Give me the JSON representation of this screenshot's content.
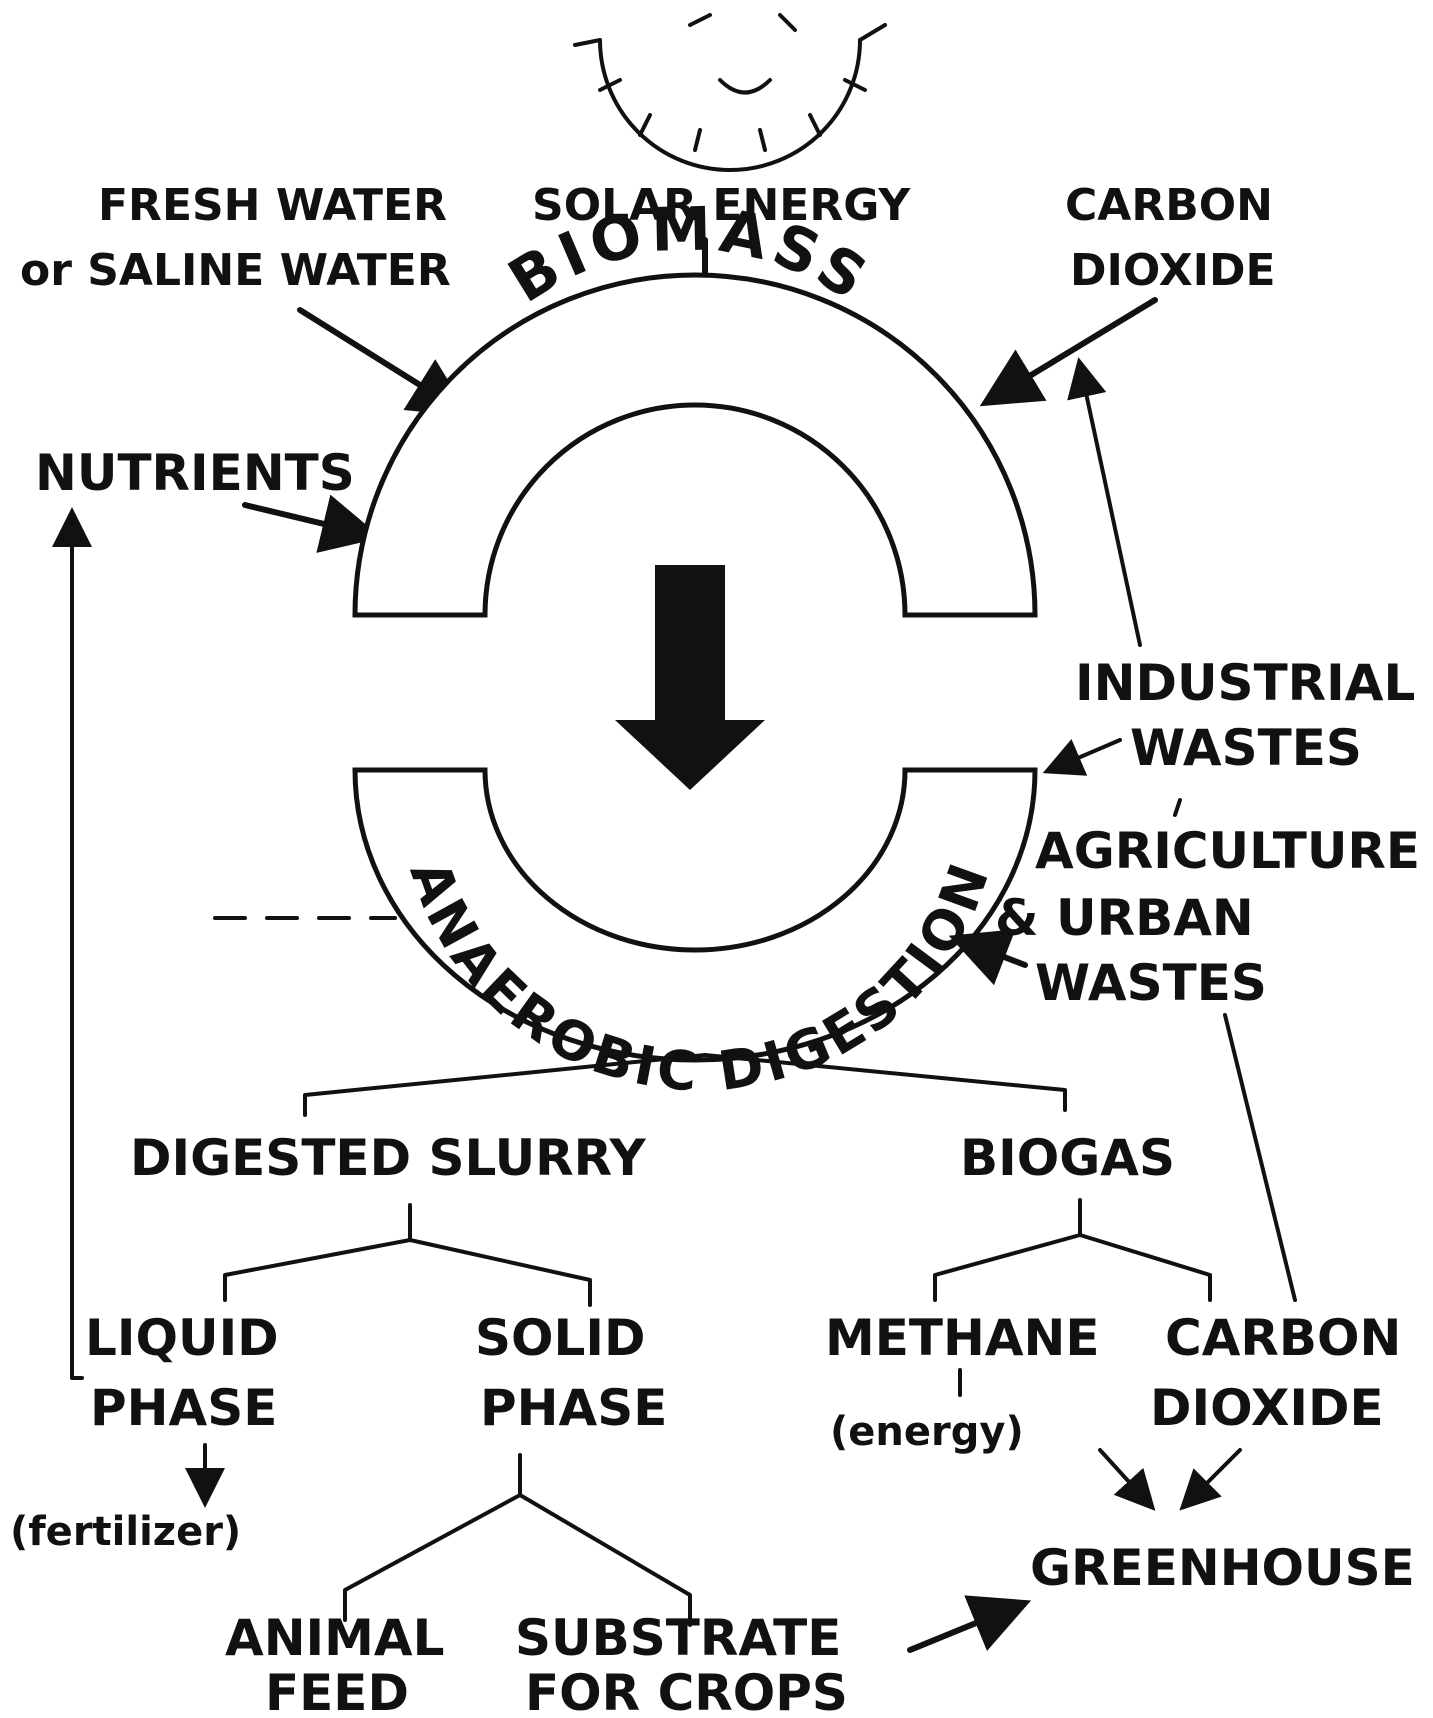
{
  "inputs": {
    "water_line1": "FRESH WATER",
    "water_line2": "or SALINE WATER",
    "solar": "SOLAR ENERGY",
    "co2_line1": "CARBON",
    "co2_line2": "DIOXIDE",
    "nutrients": "NUTRIENTS"
  },
  "cycle": {
    "top_band": "BIOMASS",
    "bottom_band": "ANAEROBIC DIGESTION"
  },
  "wastes": {
    "industrial_line1": "INDUSTRIAL",
    "industrial_line2": "WASTES",
    "agri_line1": "AGRICULTURE",
    "agri_line2": "& URBAN",
    "agri_line3": "WASTES"
  },
  "products": {
    "slurry": "DIGESTED SLURRY",
    "biogas": "BIOGAS",
    "liquid_line1": "LIQUID",
    "liquid_line2": "PHASE",
    "fertilizer": "(fertilizer)",
    "solid_line1": "SOLID",
    "solid_line2": "PHASE",
    "methane": "METHANE",
    "energy": "(energy)",
    "co2_line1": "CARBON",
    "co2_line2": "DIOXIDE",
    "greenhouse": "GREENHOUSE",
    "feed_line1": "ANIMAL",
    "feed_line2": "FEED",
    "substrate_line1": "SUBSTRATE",
    "substrate_line2": "FOR CROPS"
  }
}
